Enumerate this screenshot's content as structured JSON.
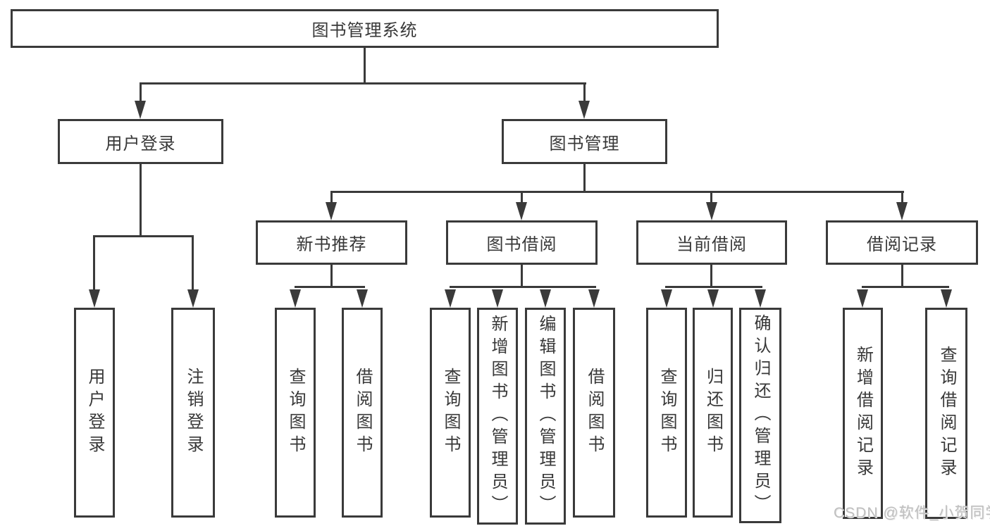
{
  "diagram": {
    "root": {
      "label": "图书管理系统"
    },
    "branches": [
      {
        "label": "用户登录",
        "children": [
          {
            "label": "用户登录"
          },
          {
            "label": "注销登录"
          }
        ]
      },
      {
        "label": "图书管理",
        "children": [
          {
            "label": "新书推荐",
            "children": [
              {
                "label": "查询图书"
              },
              {
                "label": "借阅图书"
              }
            ]
          },
          {
            "label": "图书借阅",
            "children": [
              {
                "label": "查询图书"
              },
              {
                "label": "新增图书（管理员）"
              },
              {
                "label": "编辑图书（管理员）"
              },
              {
                "label": "借阅图书"
              }
            ]
          },
          {
            "label": "当前借阅",
            "children": [
              {
                "label": "查询图书"
              },
              {
                "label": "归还图书"
              },
              {
                "label": "确认归还（管理员）"
              }
            ]
          },
          {
            "label": "借阅记录",
            "children": [
              {
                "label": "新增借阅记录"
              },
              {
                "label": "查询借阅记录"
              }
            ]
          }
        ]
      }
    ],
    "colors": {
      "line": "#3a3a3a",
      "text": "#383838",
      "watermark": "#bfbfbf",
      "background": "#ffffff"
    },
    "watermark": "CSDN @软件_小贺同学"
  }
}
